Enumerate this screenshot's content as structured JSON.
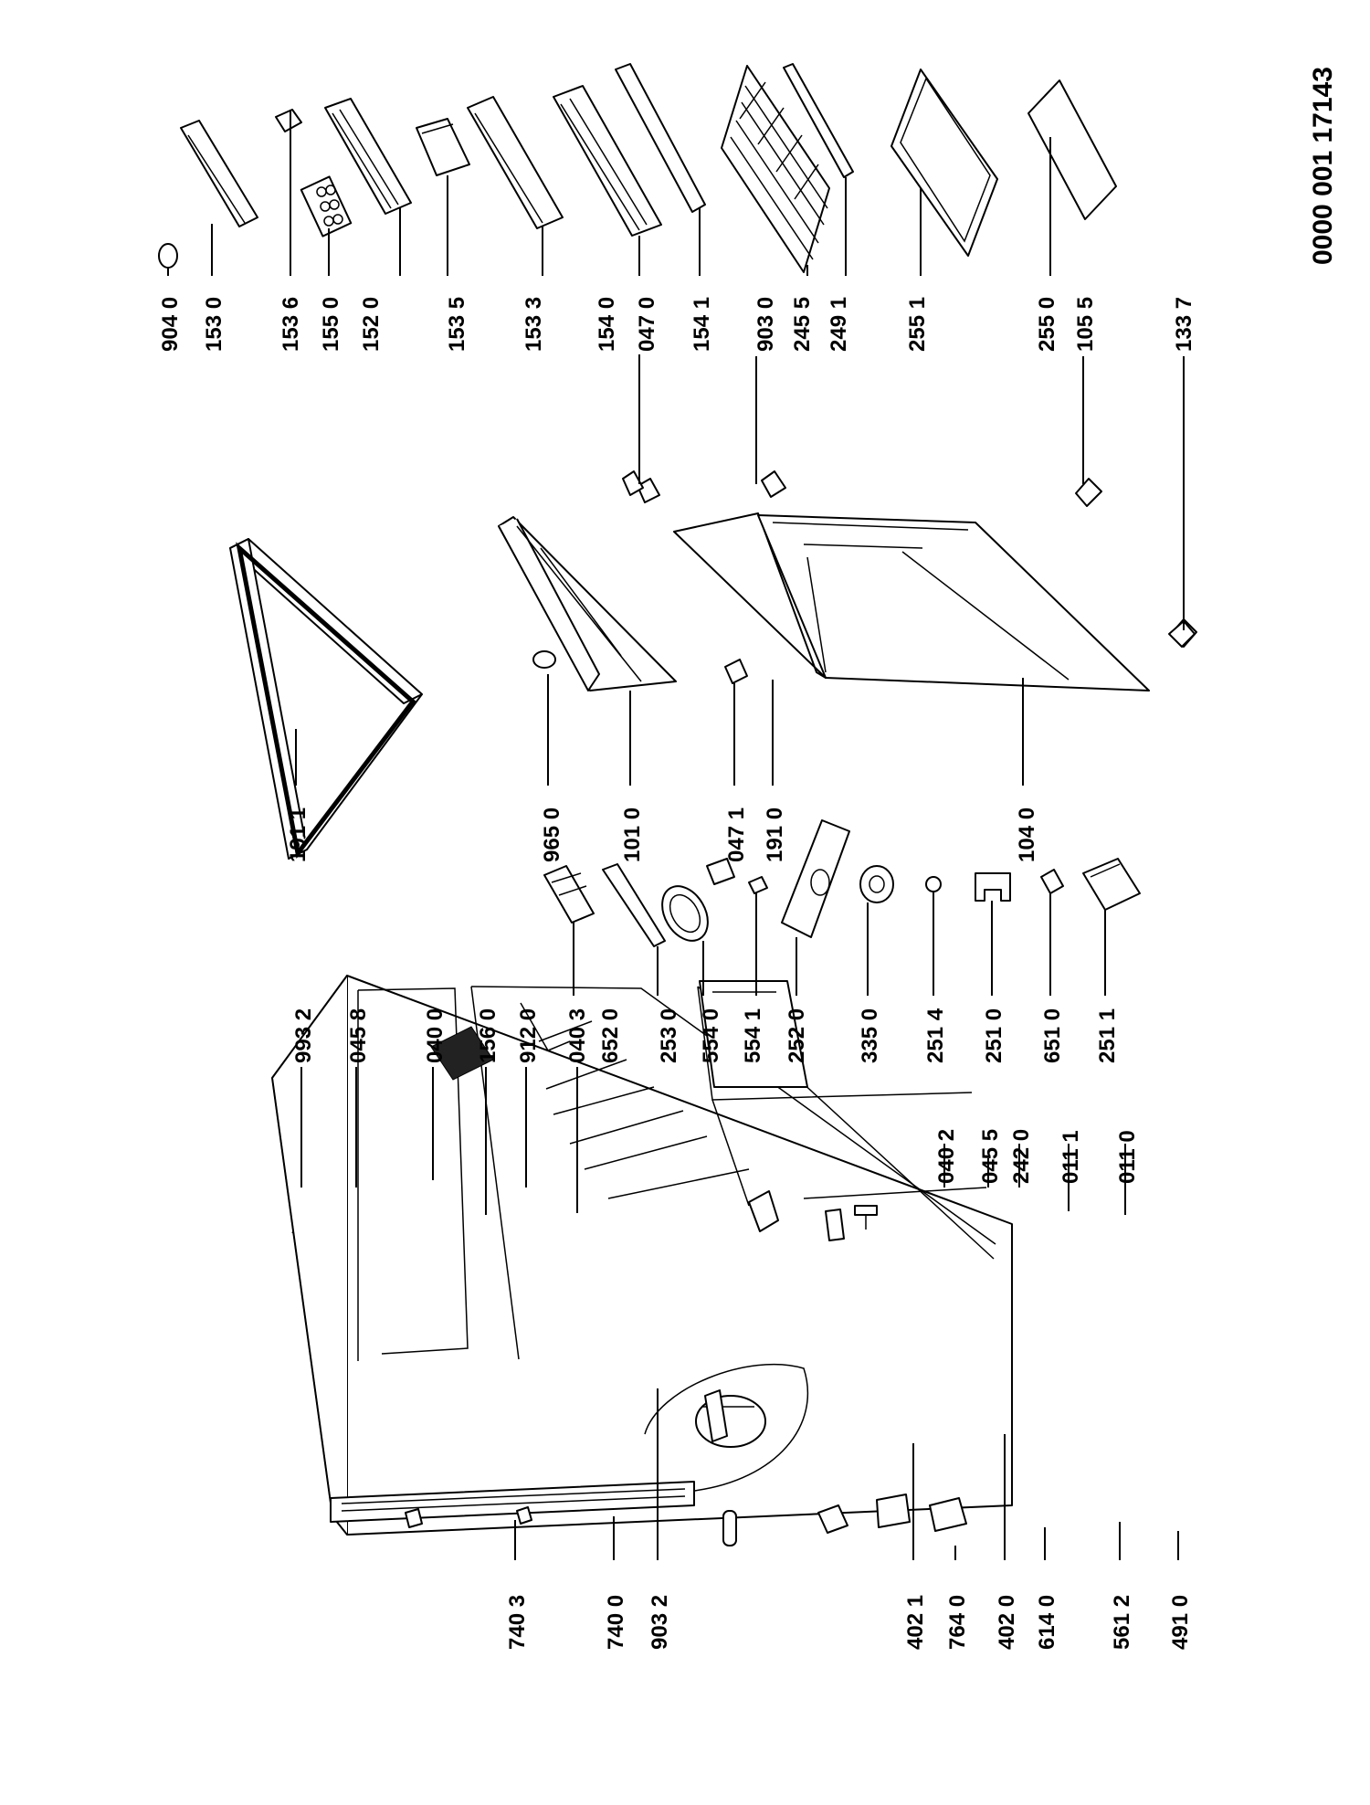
{
  "document_number": "0000 001 17143",
  "labels": {
    "l9040": "904 0",
    "l1530": "153 0",
    "l1536": "153 6",
    "l1550": "155 0",
    "l1520": "152 0",
    "l1535": "153 5",
    "l1533": "153 3",
    "l1540": "154 0",
    "l0470": "047 0",
    "l1541": "154 1",
    "l9030": "903 0",
    "l2455": "245 5",
    "l2491": "249 1",
    "l2551": "255 1",
    "l2550": "255 0",
    "l1055": "105 5",
    "l1337": "133 7",
    "l1911": "191 1",
    "l9650": "965 0",
    "l1010": "101 0",
    "l0471": "047 1",
    "l1910": "191 0",
    "l1040": "104 0",
    "l9932": "993 2",
    "l0458": "045 8",
    "l0400": "040 0",
    "l1560": "156 0",
    "l9120": "912 0",
    "l0403": "040 3",
    "l6520": "652 0",
    "l2530": "253 0",
    "l5540": "554 0",
    "l5541": "554 1",
    "l2520": "252 0",
    "l3350": "335 0",
    "l2514": "251 4",
    "l2510": "251 0",
    "l6510": "651 0",
    "l2511": "251 1",
    "l0402": "040 2",
    "l0455": "045 5",
    "l2420": "242 0",
    "l0111": "011 1",
    "l0110": "011 0",
    "l7403": "740 3",
    "l7400": "740 0",
    "l9032": "903 2",
    "l4021": "402 1",
    "l7640": "764 0",
    "l4020": "402 0",
    "l6140": "614 0",
    "l5612": "561 2",
    "l4910": "491 0"
  }
}
